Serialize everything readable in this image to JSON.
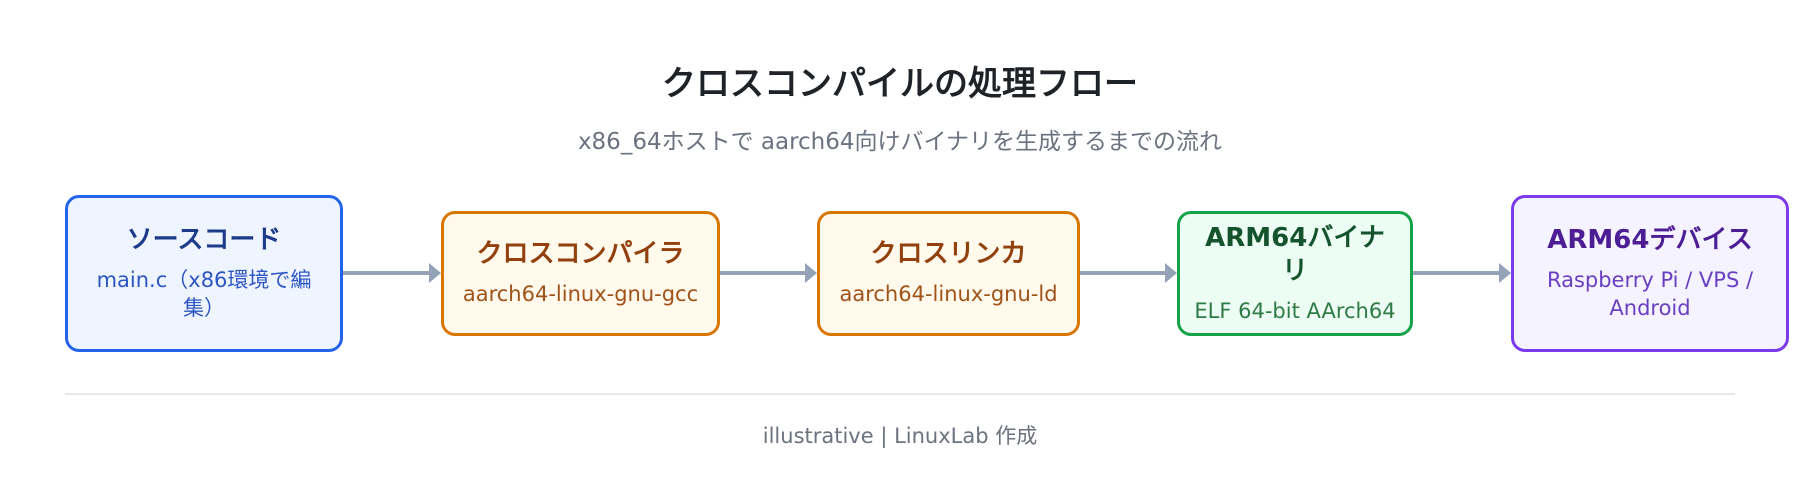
{
  "title": "クロスコンパイルの処理フロー",
  "subtitle": "x86_64ホストで aarch64向けバイナリを生成するまでの流れ",
  "nodes": [
    {
      "label": "ソースコード",
      "sub": "main.c（x86環境で編集）"
    },
    {
      "label": "クロスコンパイラ",
      "sub": "aarch64-linux-gnu-gcc"
    },
    {
      "label": "クロスリンカ",
      "sub": "aarch64-linux-gnu-ld"
    },
    {
      "label": "ARM64バイナリ",
      "sub": "ELF 64-bit AArch64"
    },
    {
      "label": "ARM64デバイス",
      "sub": "Raspberry Pi / VPS / Android"
    }
  ],
  "footer": "illustrative | LinuxLab 作成",
  "colors": {
    "source": "#2563eb",
    "compiler": "#d97706",
    "linker": "#d97706",
    "binary": "#16a34a",
    "device": "#7c3aed",
    "arrow": "#94a3b8"
  }
}
